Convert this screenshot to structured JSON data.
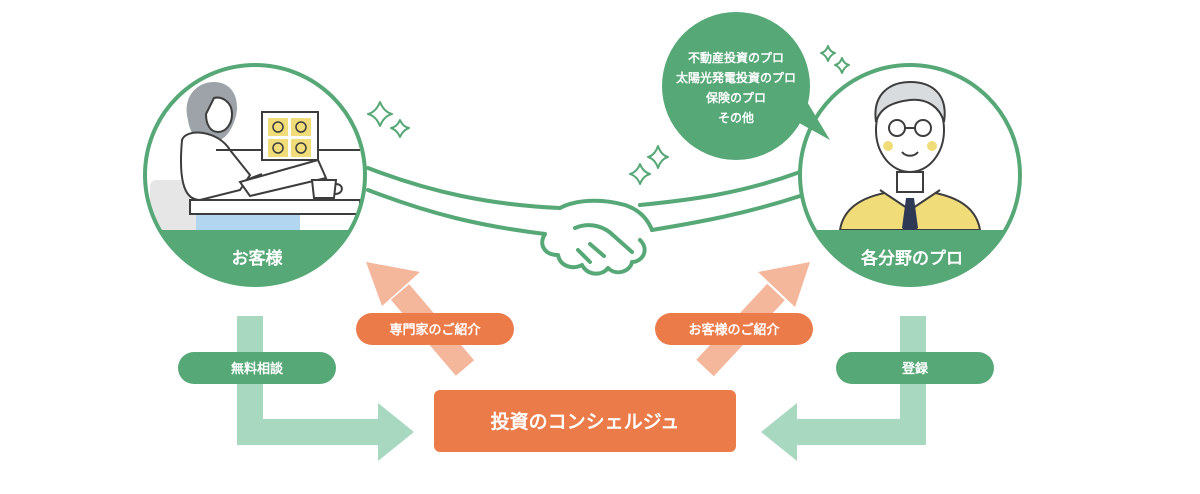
{
  "customer": {
    "label": "お客様"
  },
  "pro": {
    "label": "各分野のプロ"
  },
  "speech_bubble": {
    "lines": [
      "不動産投資のプロ",
      "太陽光発電投資のプロ",
      "保険のプロ",
      "その他"
    ]
  },
  "arrows": {
    "free_consult": "無料相談",
    "register": "登録",
    "introduce_experts": "専門家のご紹介",
    "introduce_customers": "お客様のご紹介"
  },
  "concierge": {
    "label": "投資のコンシェルジュ"
  },
  "colors": {
    "green": "#57a877",
    "light_green": "#a8d8bf",
    "orange": "#ec7b4a",
    "light_orange": "#f4b79c",
    "yellow": "#f1dc7a"
  },
  "icons": [
    "sparkle-icon",
    "handshake-icon",
    "laptop-icon",
    "coffee-cup-icon"
  ]
}
